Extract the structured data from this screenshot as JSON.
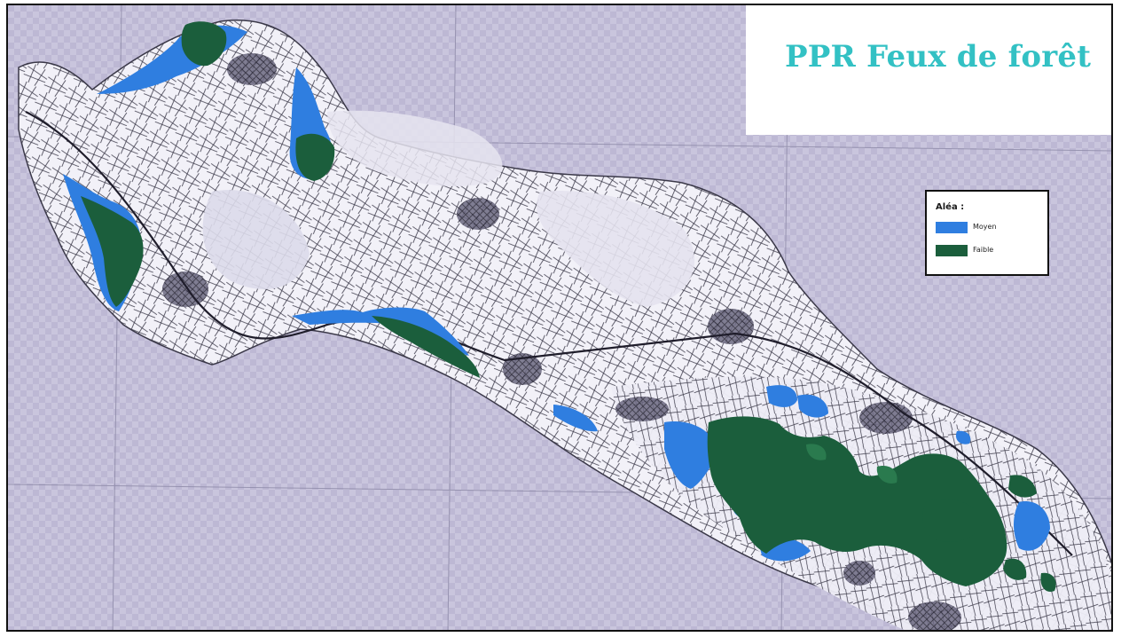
{
  "map": {
    "title": "PPR Feux de forêt",
    "legend": {
      "title": "Aléa :",
      "items": [
        {
          "label": "Moyen",
          "color": "#2f7ee0"
        },
        {
          "label": "Faible",
          "color": "#1b5e3c"
        }
      ]
    },
    "colors": {
      "sea": "#c9c5dd",
      "land": "#f4f3fa",
      "road_ink": "#2a2838",
      "moyen": "#2f7ee0",
      "faible": "#1b5e3c",
      "title": "#33c1c4"
    }
  }
}
